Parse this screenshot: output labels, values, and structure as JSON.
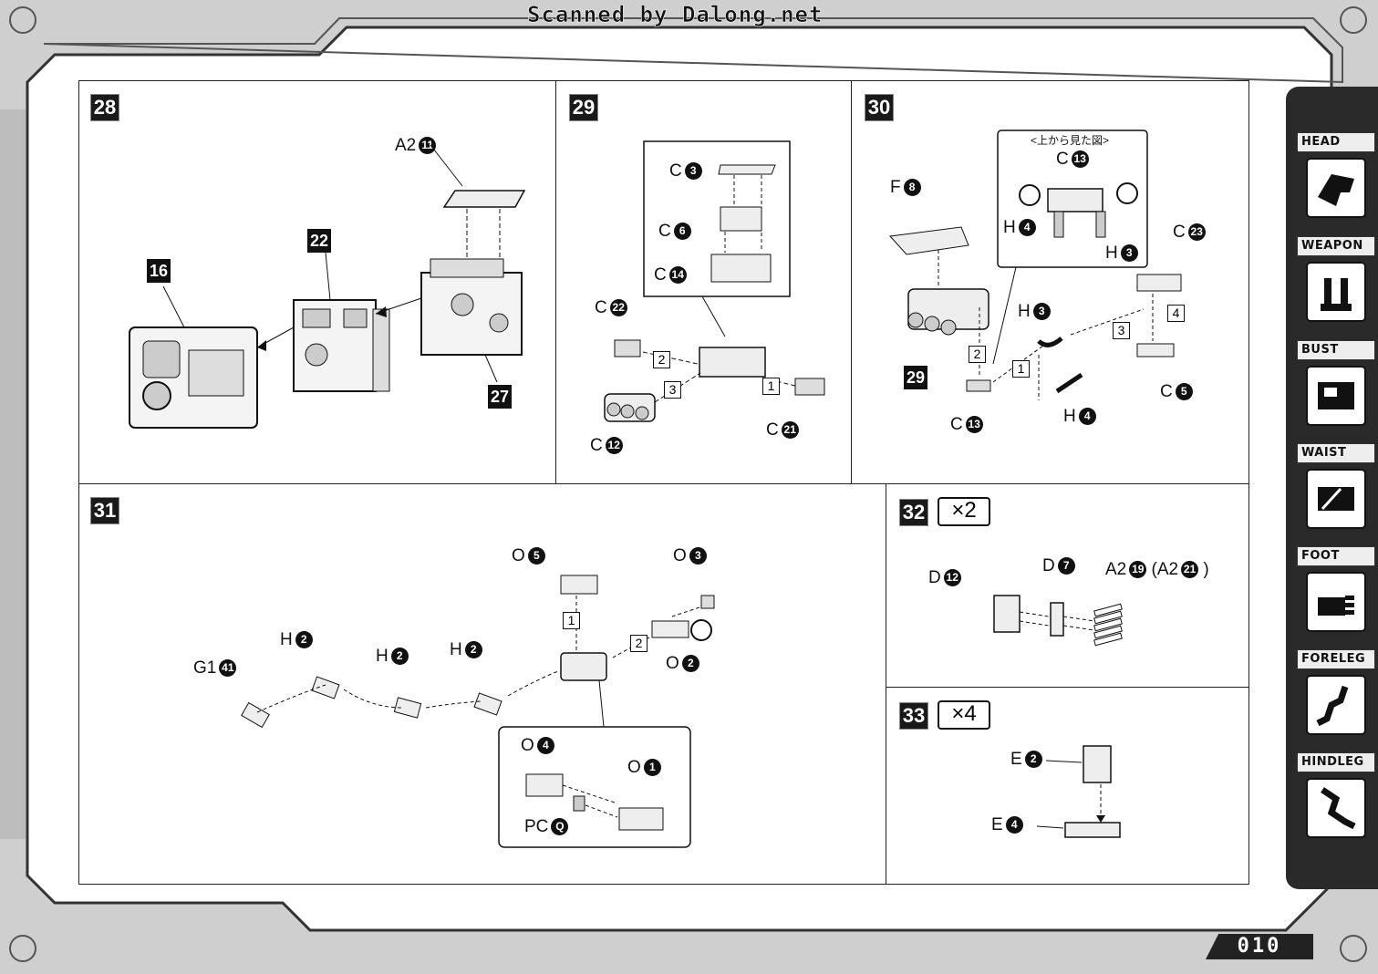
{
  "watermark": "Scanned by Dalong.net",
  "page_number": "010",
  "tabs": [
    {
      "label": "HEAD",
      "icon": "head-icon"
    },
    {
      "label": "WEAPON",
      "icon": "weapon-icon"
    },
    {
      "label": "BUST",
      "icon": "bust-icon"
    },
    {
      "label": "WAIST",
      "icon": "waist-icon"
    },
    {
      "label": "FOOT",
      "icon": "foot-icon"
    },
    {
      "label": "FORELEG",
      "icon": "foreleg-icon"
    },
    {
      "label": "HINDLEG",
      "icon": "hindleg-icon"
    }
  ],
  "step28": {
    "number": "28",
    "part_a2": "A2",
    "part_a2_num": "11",
    "sub16": "16",
    "sub22": "22",
    "sub27": "27"
  },
  "step29": {
    "number": "29",
    "c3": "C",
    "c3n": "3",
    "c6": "C",
    "c6n": "6",
    "c14": "C",
    "c14n": "14",
    "c22": "C",
    "c22n": "22",
    "c12": "C",
    "c12n": "12",
    "c21": "C",
    "c21n": "21",
    "o1": "1",
    "o2": "2",
    "o3": "3"
  },
  "step30": {
    "number": "30",
    "topview": "<上から見た図>",
    "c13a": "C",
    "c13an": "13",
    "f8": "F",
    "f8n": "8",
    "h4a": "H",
    "h4an": "4",
    "h3a": "H",
    "h3an": "3",
    "c23": "C",
    "c23n": "23",
    "h3b": "H",
    "h3bn": "3",
    "c5": "C",
    "c5n": "5",
    "h4b": "H",
    "h4bn": "4",
    "c13b": "C",
    "c13bn": "13",
    "sub29": "29",
    "o1": "1",
    "o2": "2",
    "o3": "3",
    "o4": "4"
  },
  "step31": {
    "number": "31",
    "o5": "O",
    "o5n": "5",
    "o3": "O",
    "o3n": "3",
    "o2": "O",
    "o2n": "2",
    "h2a": "H",
    "h2an": "2",
    "h2b": "H",
    "h2bn": "2",
    "h2c": "H",
    "h2cn": "2",
    "g141": "G1",
    "g141n": "41",
    "o4": "O",
    "o4n": "4",
    "o1": "O",
    "o1n": "1",
    "pcq": "PC",
    "pcqn": "Q",
    "s1": "1",
    "s2": "2"
  },
  "step32": {
    "number": "32",
    "mult": "×2",
    "d12": "D",
    "d12n": "12",
    "d7": "D",
    "d7n": "7",
    "a219": "A2",
    "a219n": "19",
    "a221": "A2",
    "a221n": "21"
  },
  "step33": {
    "number": "33",
    "mult": "×4",
    "e2": "E",
    "e2n": "2",
    "e4": "E",
    "e4n": "4"
  }
}
